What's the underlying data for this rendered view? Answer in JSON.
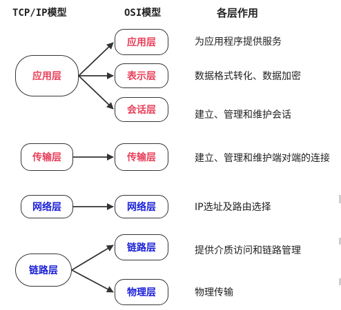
{
  "headers": {
    "tcpip": "TCP/IP模型",
    "osi": "OSI模型",
    "description": "各层作用"
  },
  "colors": {
    "upper_layer_text": "#e8405a",
    "lower_layer_text": "#1a1fd6",
    "border": "#333333",
    "arrow": "#333333"
  },
  "tcpip_layers": [
    {
      "label": "应用层"
    },
    {
      "label": "传输层"
    },
    {
      "label": "网络层"
    },
    {
      "label": "链路层"
    }
  ],
  "osi_layers": [
    {
      "label": "应用层"
    },
    {
      "label": "表示层"
    },
    {
      "label": "会话层"
    },
    {
      "label": "传输层"
    },
    {
      "label": "网络层"
    },
    {
      "label": "链路层"
    },
    {
      "label": "物理层"
    }
  ],
  "descriptions": [
    "为应用程序提供服务",
    "数据格式转化、数据加密",
    "建立、管理和维护会话",
    "建立、管理和维护端对端的连接",
    "IP选址及路由选择",
    "提供介质访问和链路管理",
    "物理传输"
  ]
}
